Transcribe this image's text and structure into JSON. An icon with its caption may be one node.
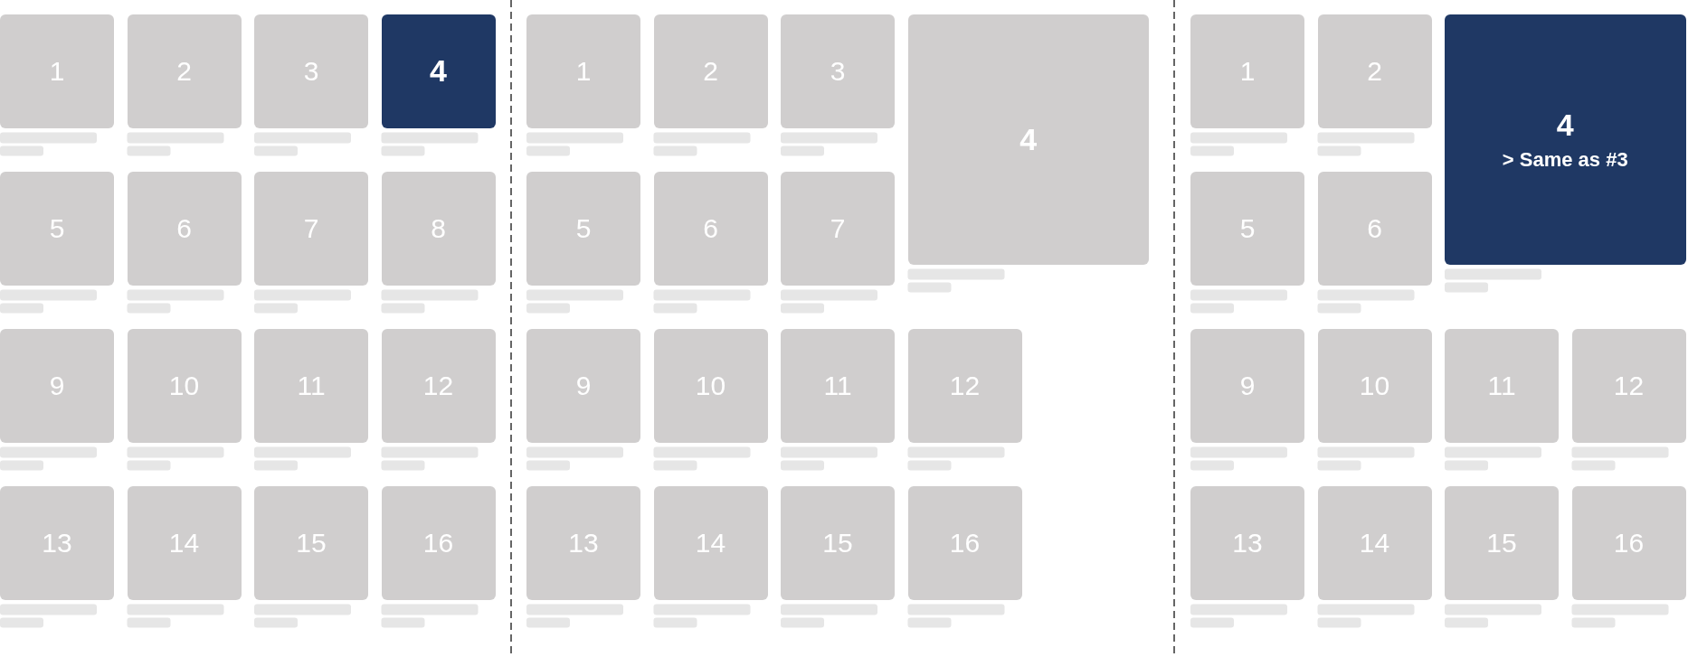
{
  "diagram": {
    "nodes": [
      {
        "text": [
          "1"
        ]
      },
      {
        "text": [
          "2"
        ]
      },
      {
        "text": [
          "3"
        ]
      },
      {
        "text": [
          "4"
        ]
      },
      {
        "text": [
          "5"
        ]
      },
      {
        "text": [
          "6"
        ]
      },
      {
        "text": [
          "7"
        ]
      },
      {
        "text": [
          "8"
        ]
      },
      {
        "text": [
          "9"
        ]
      },
      {
        "text": [
          "10"
        ]
      },
      {
        "text": [
          "11"
        ]
      },
      {
        "text": [
          "12"
        ]
      },
      {
        "text": [
          "13"
        ]
      },
      {
        "text": [
          "14"
        ]
      },
      {
        "text": [
          "15"
        ]
      },
      {
        "text": [
          "16"
        ]
      },
      {
        "text": [
          "1"
        ]
      },
      {
        "text": [
          "2"
        ]
      },
      {
        "text": [
          "3"
        ]
      },
      {
        "text": [
          "4"
        ]
      },
      {
        "text": [
          "5"
        ]
      },
      {
        "text": [
          "6"
        ]
      },
      {
        "text": [
          "7"
        ]
      },
      {
        "text": [
          "9"
        ]
      },
      {
        "text": [
          "10"
        ]
      },
      {
        "text": [
          "11"
        ]
      },
      {
        "text": [
          "12"
        ]
      },
      {
        "text": [
          "13"
        ]
      },
      {
        "text": [
          "14"
        ]
      },
      {
        "text": [
          "15"
        ]
      },
      {
        "text": [
          "16"
        ]
      },
      {
        "text": [
          "1"
        ]
      },
      {
        "text": [
          "2"
        ]
      },
      {
        "text": [
          "4",
          "> Same as #3"
        ]
      },
      {
        "text": [
          "5"
        ]
      },
      {
        "text": [
          "6"
        ]
      },
      {
        "text": [
          "9"
        ]
      },
      {
        "text": [
          "10"
        ]
      },
      {
        "text": [
          "11"
        ]
      },
      {
        "text": [
          "12"
        ]
      },
      {
        "text": [
          "13"
        ]
      },
      {
        "text": [
          "14"
        ]
      },
      {
        "text": [
          "15"
        ]
      },
      {
        "text": [
          "16"
        ]
      }
    ]
  }
}
